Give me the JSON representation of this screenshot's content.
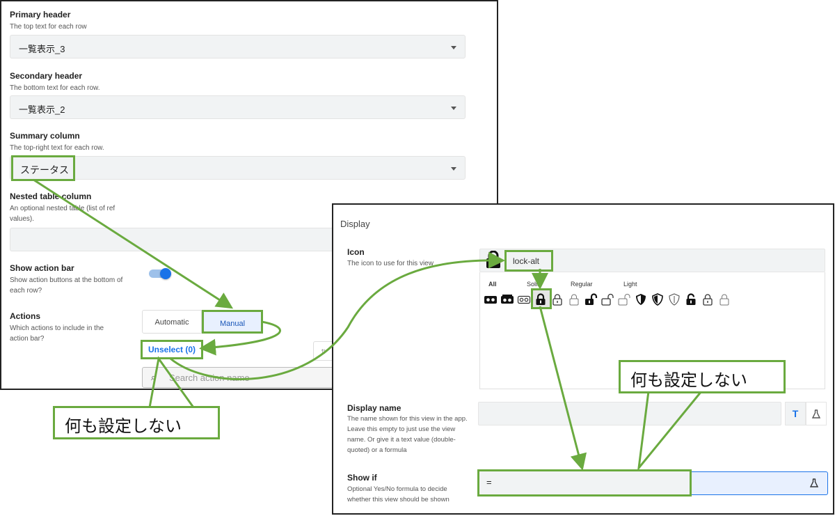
{
  "left_panel": {
    "primary_header": {
      "label": "Primary header",
      "desc": "The top text for each row",
      "value": "一覧表示_3"
    },
    "secondary_header": {
      "label": "Secondary header",
      "desc": "The bottom text for each row.",
      "value": "一覧表示_2"
    },
    "summary_column": {
      "label": "Summary column",
      "desc": "The top-right text for each row.",
      "value": "ステータス"
    },
    "nested_table": {
      "label": "Nested table column",
      "desc": "An optional nested table (list of ref values)."
    },
    "show_action_bar": {
      "label": "Show action bar",
      "desc": "Show action buttons at the bottom of each row?",
      "enabled": true
    },
    "actions": {
      "label": "Actions",
      "desc": "Which actions to include in the action bar?",
      "automatic": "Automatic",
      "manual": "Manual",
      "selected": "Manual",
      "unselect": "Unselect (0)"
    },
    "search": {
      "placeholder": "Search action name"
    }
  },
  "right_panel": {
    "title": "Display",
    "icon": {
      "label": "Icon",
      "desc": "The icon to use for this view",
      "value": "lock-alt",
      "icon_name": "lock-alt-icon"
    },
    "tabs": [
      "All",
      "Solid",
      "Regular",
      "Light"
    ],
    "icon_choices": [
      "id-card-alt",
      "id-card",
      "id-card-outline",
      "lock-alt",
      "lock-alt-outline",
      "lock-open-alt",
      "lock-open-alt-outline",
      "lock-open-light",
      "shield-alt",
      "shield-check",
      "shield-outline",
      "unlock-alt",
      "lock-outline",
      "lock-light"
    ],
    "display_name": {
      "label": "Display name",
      "desc": "The name shown for this view in the app. Leave this empty to just use the view name. Or give it a text value (double-quoted) or a formula",
      "type_button": "T"
    },
    "show_if": {
      "label": "Show if",
      "desc": "Optional Yes/No formula to decide whether this view should be shown",
      "value": "="
    }
  },
  "callouts": [
    "何も設定しない",
    "何も設定しない"
  ],
  "colors": {
    "accent": "#6aaa3f",
    "blue": "#1a73e8"
  }
}
